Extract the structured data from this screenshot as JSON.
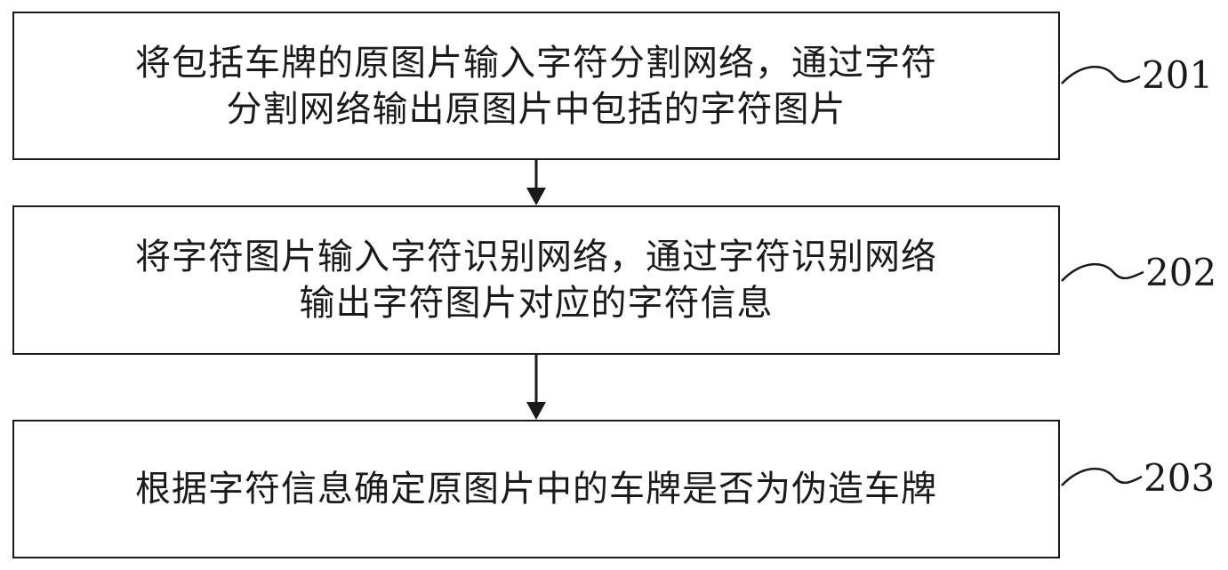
{
  "steps": [
    {
      "number": "201",
      "text": "将包括车牌的原图片输入字符分割网络，通过字符\n分割网络输出原图片中包括的字符图片"
    },
    {
      "number": "202",
      "text": "将字符图片输入字符识别网络，通过字符识别网络\n输出字符图片对应的字符信息"
    },
    {
      "number": "203",
      "text": "根据字符信息确定原图片中的车牌是否为伪造车牌"
    }
  ],
  "colors": {
    "line": "#1a1a1a",
    "background": "#ffffff"
  }
}
